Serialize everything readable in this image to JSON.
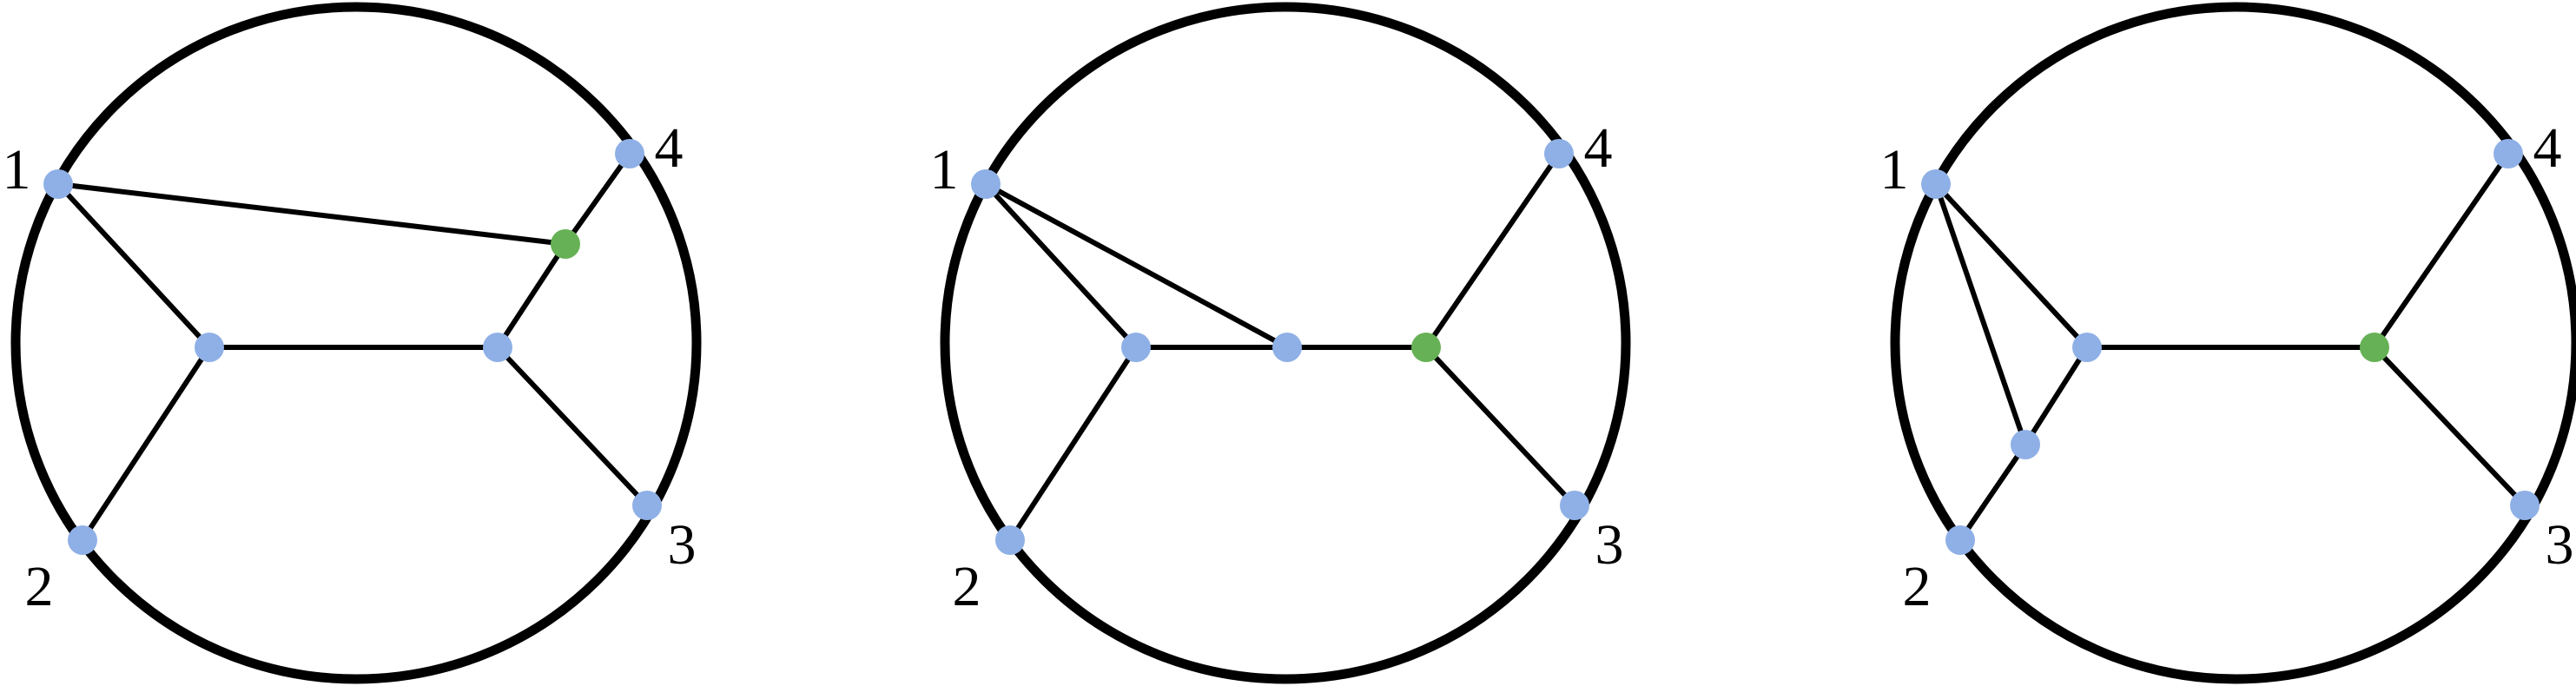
{
  "colors": {
    "circle": "#000000",
    "edge": "#000000",
    "vertex_blue": "#8fb0e6",
    "vertex_green": "#66b155",
    "background": "#ffffff"
  },
  "diagrams": [
    {
      "name": "diagram-1",
      "labels": [
        "1",
        "2",
        "3",
        "4"
      ],
      "vertices": [
        {
          "id": "e1",
          "color": "blue",
          "external": "1"
        },
        {
          "id": "e2",
          "color": "blue",
          "external": "2"
        },
        {
          "id": "e3",
          "color": "blue",
          "external": "3"
        },
        {
          "id": "e4",
          "color": "blue",
          "external": "4"
        },
        {
          "id": "a",
          "color": "blue"
        },
        {
          "id": "b",
          "color": "blue"
        },
        {
          "id": "g",
          "color": "green"
        }
      ],
      "edges": [
        [
          "e1",
          "a"
        ],
        [
          "e2",
          "a"
        ],
        [
          "a",
          "b"
        ],
        [
          "b",
          "e3"
        ],
        [
          "b",
          "g"
        ],
        [
          "g",
          "e4"
        ],
        [
          "e1",
          "g"
        ]
      ]
    },
    {
      "name": "diagram-2",
      "labels": [
        "1",
        "2",
        "3",
        "4"
      ],
      "vertices": [
        {
          "id": "e1",
          "color": "blue",
          "external": "1"
        },
        {
          "id": "e2",
          "color": "blue",
          "external": "2"
        },
        {
          "id": "e3",
          "color": "blue",
          "external": "3"
        },
        {
          "id": "e4",
          "color": "blue",
          "external": "4"
        },
        {
          "id": "a",
          "color": "blue"
        },
        {
          "id": "m",
          "color": "blue"
        },
        {
          "id": "g",
          "color": "green"
        }
      ],
      "edges": [
        [
          "e1",
          "a"
        ],
        [
          "e2",
          "a"
        ],
        [
          "a",
          "m"
        ],
        [
          "m",
          "g"
        ],
        [
          "g",
          "e4"
        ],
        [
          "g",
          "e3"
        ],
        [
          "e1",
          "m"
        ]
      ]
    },
    {
      "name": "diagram-3",
      "labels": [
        "1",
        "2",
        "3",
        "4"
      ],
      "vertices": [
        {
          "id": "e1",
          "color": "blue",
          "external": "1"
        },
        {
          "id": "e2",
          "color": "blue",
          "external": "2"
        },
        {
          "id": "e3",
          "color": "blue",
          "external": "3"
        },
        {
          "id": "e4",
          "color": "blue",
          "external": "4"
        },
        {
          "id": "a",
          "color": "blue"
        },
        {
          "id": "c",
          "color": "blue"
        },
        {
          "id": "g",
          "color": "green"
        }
      ],
      "edges": [
        [
          "e1",
          "a"
        ],
        [
          "a",
          "c"
        ],
        [
          "c",
          "e2"
        ],
        [
          "e1",
          "c"
        ],
        [
          "a",
          "g"
        ],
        [
          "g",
          "e4"
        ],
        [
          "g",
          "e3"
        ]
      ]
    }
  ]
}
